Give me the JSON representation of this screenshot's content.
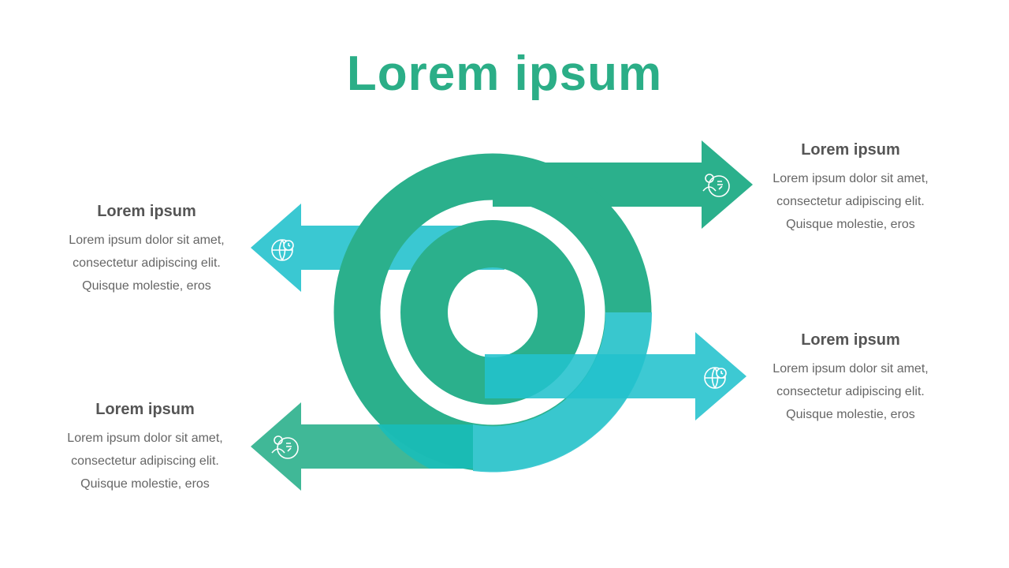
{
  "title": "Lorem ipsum",
  "colors": {
    "green": "#2BB08C",
    "cyan": "#3AC8D2",
    "title": "#2BAE87",
    "heading": "#555555",
    "body": "#666666"
  },
  "items": [
    {
      "heading": "Lorem ipsum",
      "lines": [
        "Lorem ipsum dolor sit amet,",
        "consectetur adipiscing elit.",
        "Quisque molestie, eros"
      ],
      "icon": "people-chart-icon"
    },
    {
      "heading": "Lorem ipsum",
      "lines": [
        "Lorem ipsum dolor sit amet,",
        "consectetur adipiscing elit.",
        "Quisque molestie, eros"
      ],
      "icon": "globe-clock-icon"
    },
    {
      "heading": "Lorem ipsum",
      "lines": [
        "Lorem ipsum dolor sit amet,",
        "consectetur adipiscing elit.",
        "Quisque molestie, eros"
      ],
      "icon": "globe-clock-icon"
    },
    {
      "heading": "Lorem ipsum",
      "lines": [
        "Lorem ipsum dolor sit amet,",
        "consectetur adipiscing elit.",
        "Quisque molestie, eros"
      ],
      "icon": "people-chart-icon"
    }
  ]
}
